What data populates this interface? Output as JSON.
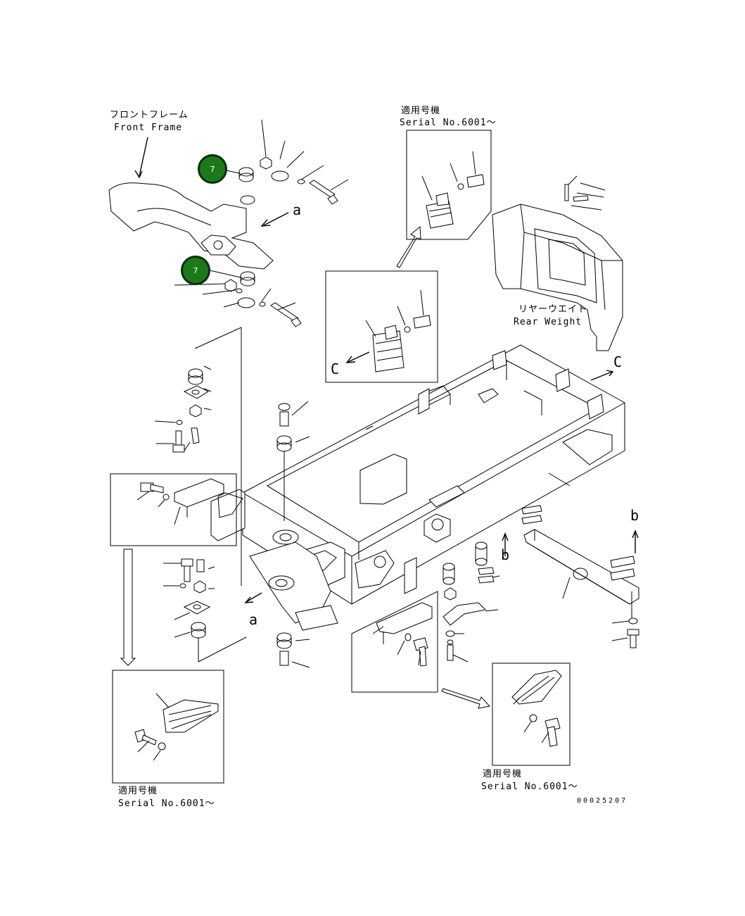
{
  "labels": {
    "front_frame_jp": "フロントフレーム",
    "front_frame_en": "Front Frame",
    "rear_weight_jp": "リヤーウエイト",
    "rear_weight_en": "Rear Weight",
    "serial_jp": "適用号機",
    "serial_en": "Serial No.6001〜",
    "view_a": "a",
    "view_b": "b",
    "view_c": "C",
    "drawing_number": "00025207"
  },
  "callouts": [
    {
      "number": "7"
    },
    {
      "number": "7"
    }
  ]
}
